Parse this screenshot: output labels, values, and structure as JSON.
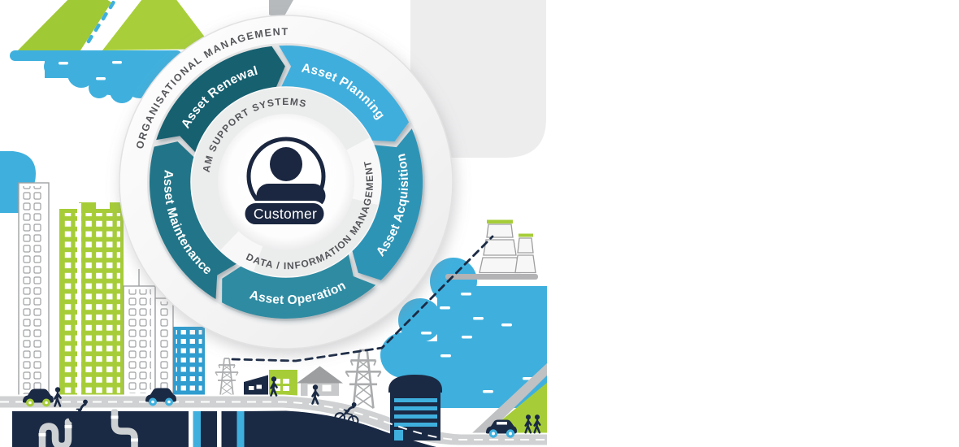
{
  "diagram": {
    "title_semantic": "asset-management-lifecycle-wheel",
    "center": {
      "label": "Customer",
      "icon": "customer-person-icon",
      "pill_color": "#1b2740"
    },
    "inner_ring": {
      "top_label": "AM SUPPORT SYSTEMS",
      "bottom_label": "DATA / INFORMATION MANAGEMENT"
    },
    "outer_ring": {
      "label": "ORGANISATIONAL MANAGEMENT"
    },
    "segments": [
      {
        "label": "Asset Renewal",
        "color": "#19606f"
      },
      {
        "label": "Asset Planning",
        "color": "#41aedc"
      },
      {
        "label": "Asset Acquisition",
        "color": "#2d94b6"
      },
      {
        "label": "Asset Operation",
        "color": "#2d8ba2"
      },
      {
        "label": "Asset Maintenance",
        "color": "#227488"
      }
    ]
  },
  "scene": {
    "palette": {
      "lime_green": "#a6cd38",
      "water_blue": "#3fb0de",
      "navy": "#1b2a44",
      "road_gray": "#cfd1d2",
      "building_outline_gray": "#9fa1a3",
      "cloud_gray": "#ededee",
      "blue_building": "#2f9dcf",
      "text_gray": "#55565a"
    },
    "features": [
      "mountains-with-road",
      "lake-water",
      "gray-cloud",
      "city-skyline-buildings",
      "power-pylons",
      "cooling-towers",
      "gas-holder-tank",
      "house",
      "warehouse",
      "roads-with-lane-markings",
      "underground-utility-pipes",
      "cars",
      "cyclists",
      "pedestrians",
      "dashed-route-line",
      "green-hill"
    ]
  }
}
